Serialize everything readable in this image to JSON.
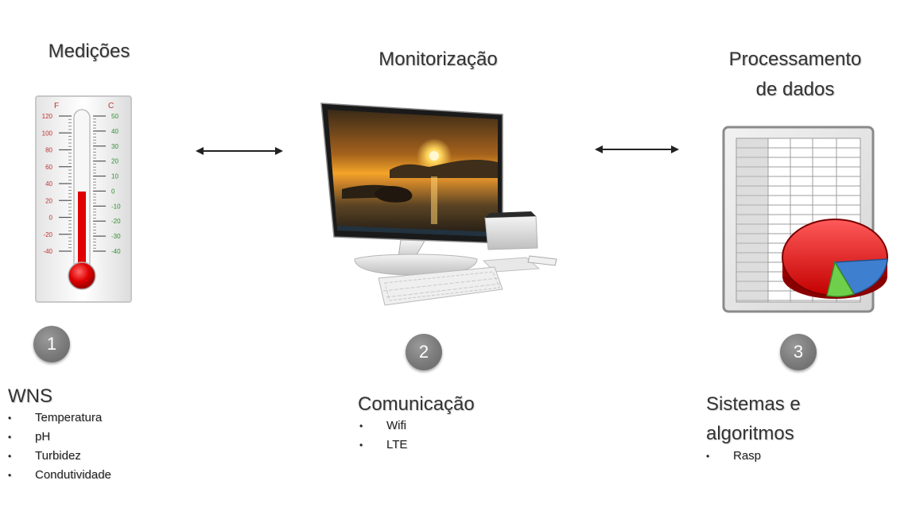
{
  "headings": {
    "measurements": "Medições",
    "monitoring": "Monitorização",
    "processing_line1": "Processamento",
    "processing_line2": "de dados"
  },
  "thermometer": {
    "scale_f_label": "F",
    "scale_c_label": "C",
    "f_ticks": [
      "120",
      "100",
      "80",
      "60",
      "40",
      "20",
      "0",
      "-20",
      "-40"
    ],
    "c_ticks": [
      "50",
      "40",
      "30",
      "20",
      "10",
      "0",
      "-10",
      "-20",
      "-30",
      "-40"
    ],
    "mercury_color": "#e00000",
    "f_color": "#c03030",
    "c_color": "#2f8f2f"
  },
  "steps": [
    {
      "number": "1",
      "title_lines": [
        "WNS"
      ],
      "items": [
        "Temperatura",
        "pH",
        "Turbidez",
        "Condutividade"
      ]
    },
    {
      "number": "2",
      "title_lines": [
        "Comunicação"
      ],
      "items": [
        "Wifi",
        "LTE"
      ]
    },
    {
      "number": "3",
      "title_lines": [
        "Sistemas e",
        "algoritmos"
      ],
      "items": [
        "Rasp"
      ]
    }
  ],
  "icons": [
    "thermometer-icon",
    "computer-icon",
    "spreadsheet-pie-chart-icon",
    "double-arrow-icon"
  ]
}
